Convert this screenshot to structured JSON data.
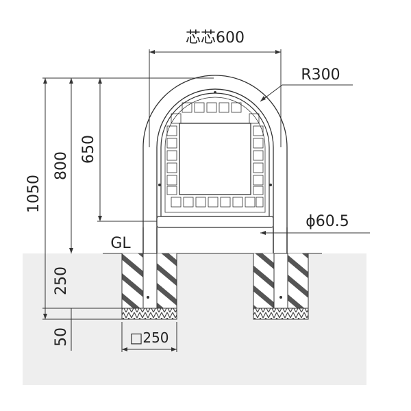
{
  "dimensions": {
    "center_width": "芯芯600",
    "radius": "R300",
    "pipe_diameter": "ϕ60.5",
    "total_height": "1050",
    "height_800": "800",
    "height_650": "650",
    "embed_depth": "250",
    "base_depth": "50",
    "footing_size": "□250"
  },
  "labels": {
    "ground_line": "GL"
  },
  "colors": {
    "ground_fill": "#eeeeee",
    "line": "#333333",
    "hatch": "#555555"
  }
}
